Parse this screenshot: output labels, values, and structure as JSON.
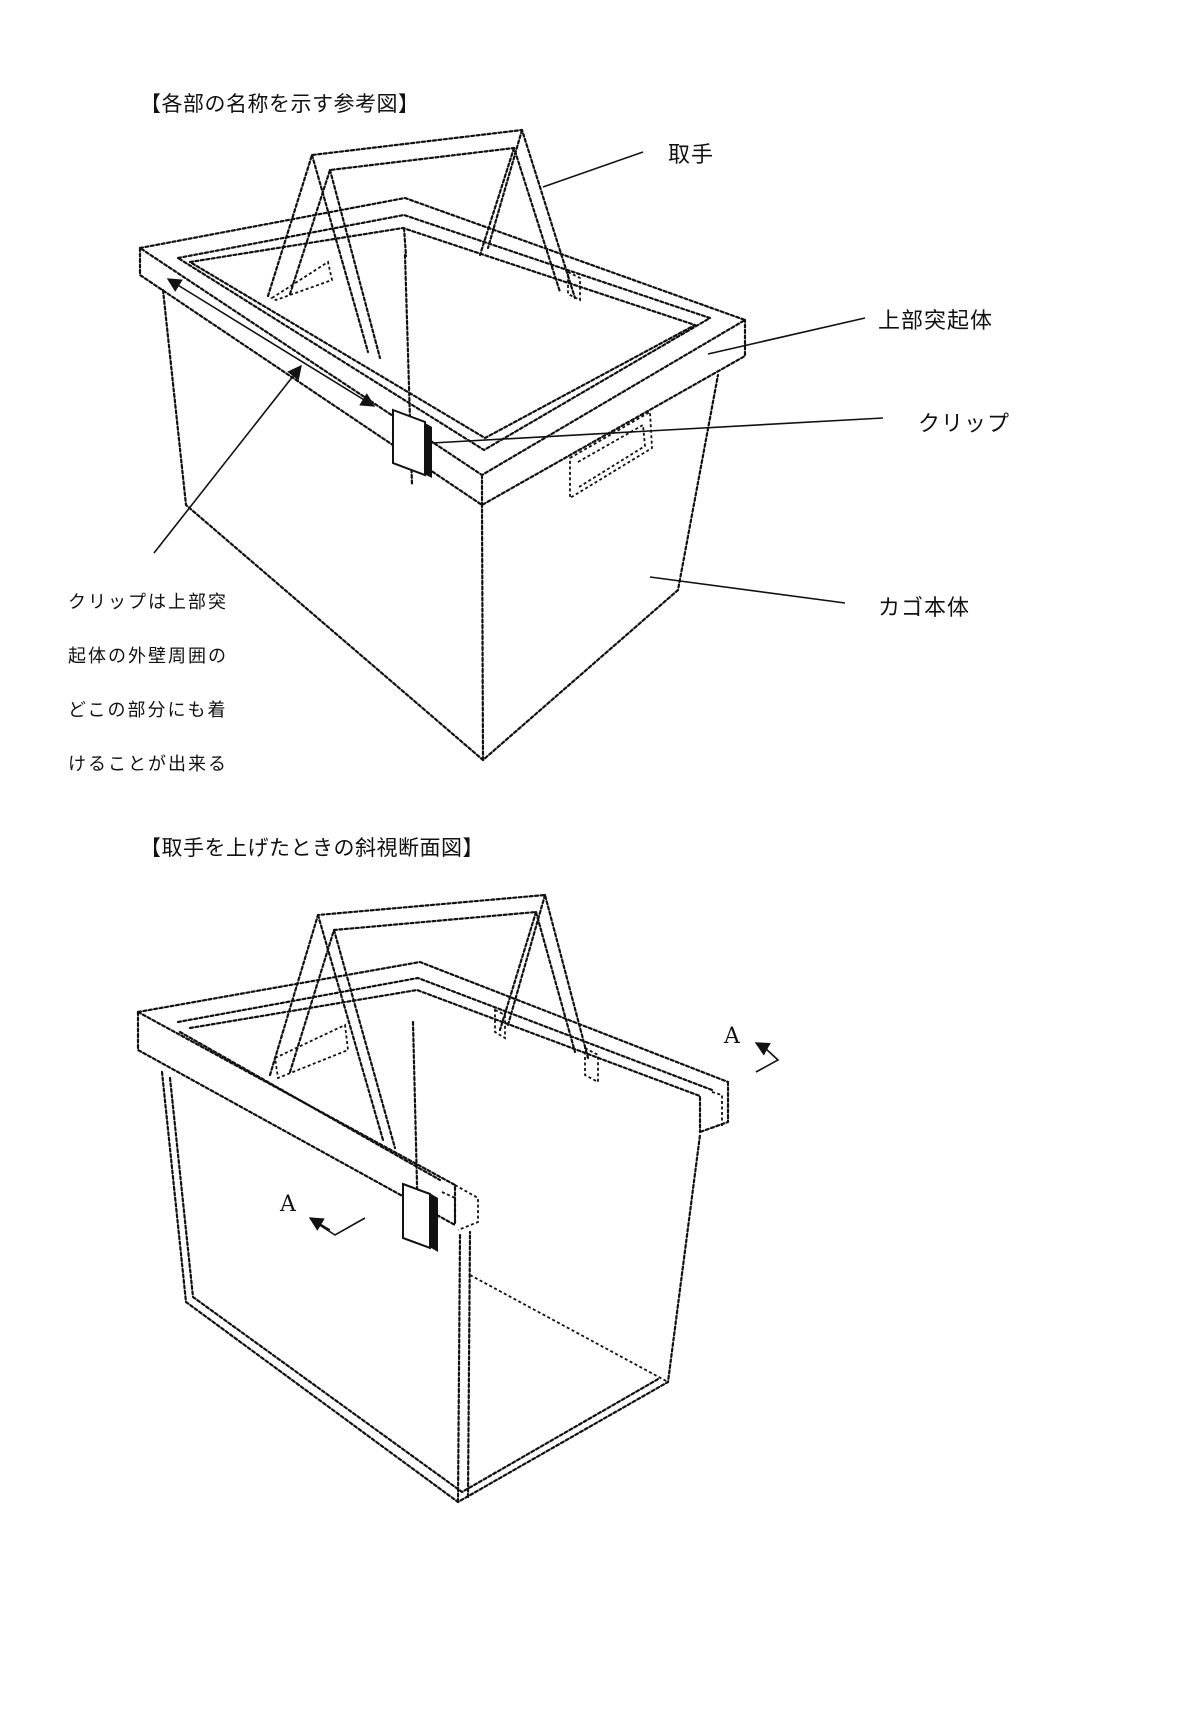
{
  "figure1": {
    "heading": "【各部の名称を示す参考図】",
    "callouts": {
      "handle": "取手",
      "upper_rim": "上部突起体",
      "clip": "クリップ",
      "basket_body": "カゴ本体"
    },
    "note_lines": [
      "クリップは上部突",
      "起体の外壁周囲の",
      "どこの部分にも着",
      "けることが出来る"
    ]
  },
  "figure2": {
    "heading": "【取手を上げたときの斜視断面図】",
    "section_marks": {
      "right": "A",
      "left": "A"
    }
  }
}
